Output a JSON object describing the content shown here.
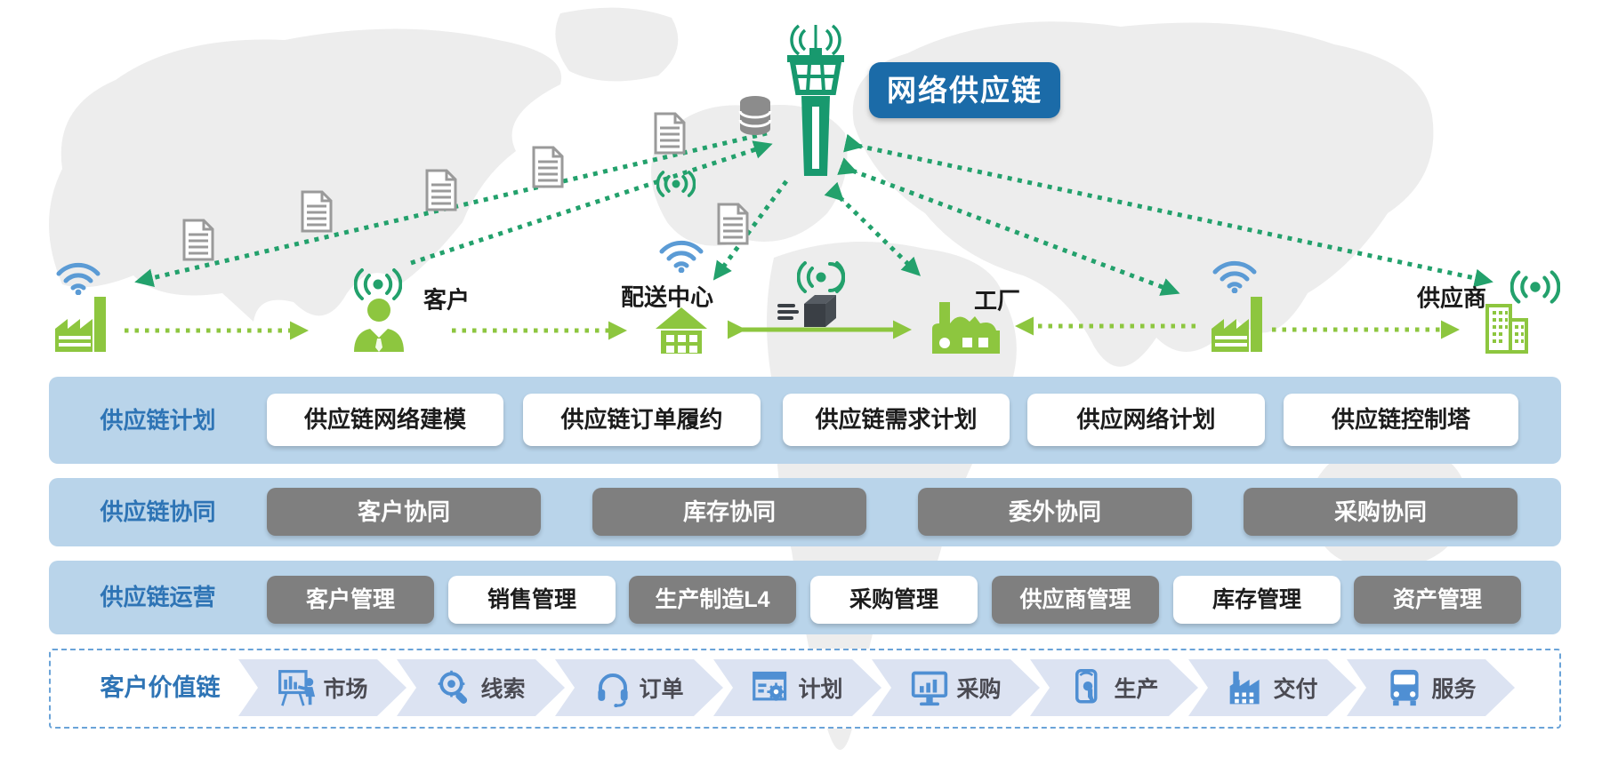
{
  "badge": {
    "label": "网络供应链"
  },
  "diagram": {
    "tower": "control-tower",
    "labels": {
      "customer": "客户",
      "distribution": "配送中心",
      "factory": "工厂",
      "supplier": "供应商"
    }
  },
  "bands": [
    {
      "label": "供应链计划",
      "buttons": [
        "供应链网络建模",
        "供应链订单履约",
        "供应链需求计划",
        "供应网络计划",
        "供应链控制塔"
      ]
    },
    {
      "label": "供应链协同",
      "buttons": [
        "客户协同",
        "库存协同",
        "委外协同",
        "采购协同"
      ]
    },
    {
      "label": "供应链运营",
      "buttons": [
        "客户管理",
        "销售管理",
        "生产制造L4",
        "采购管理",
        "供应商管理",
        "库存管理",
        "资产管理"
      ]
    }
  ],
  "value_chain": {
    "label": "客户价值链",
    "steps": [
      "市场",
      "线索",
      "订单",
      "计划",
      "采购",
      "生产",
      "交付",
      "服务"
    ]
  },
  "colors": {
    "band_blue": "#b9d4ea",
    "accent_blue": "#2e74b5",
    "badge_blue": "#1b6ba8",
    "green_dark": "#23a16c",
    "green_light": "#8dc63f",
    "wifi_blue": "#5b9bd5",
    "gray_button": "#7f7f7f",
    "chevron_fill": "#dce3f2",
    "icon_blue": "#4f8fd3",
    "map_gray": "#ededed"
  }
}
